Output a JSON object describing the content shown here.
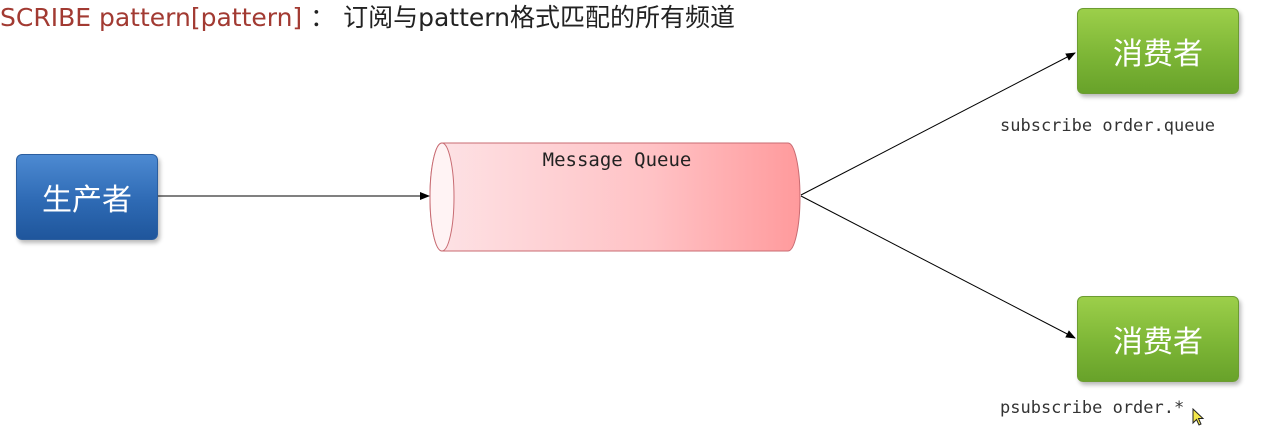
{
  "title": {
    "command": "SCRIBE pattern[pattern]",
    "separator": "：",
    "description": "订阅与pattern格式匹配的所有频道"
  },
  "producer": {
    "label": "生产者"
  },
  "queue": {
    "label": "Message Queue"
  },
  "consumers": [
    {
      "label": "消费者",
      "command": "subscribe order.queue"
    },
    {
      "label": "消费者",
      "command": "psubscribe order.*"
    }
  ],
  "colors": {
    "title_command": "#a23a32",
    "producer_fill": "#2e6ab4",
    "consumer_fill": "#7db636",
    "queue_fill_light": "#fde3e6",
    "queue_fill_dark": "#ff9a9c",
    "queue_stroke": "#c86b72"
  },
  "icons": {
    "cursor": "mouse-pointer-icon"
  }
}
